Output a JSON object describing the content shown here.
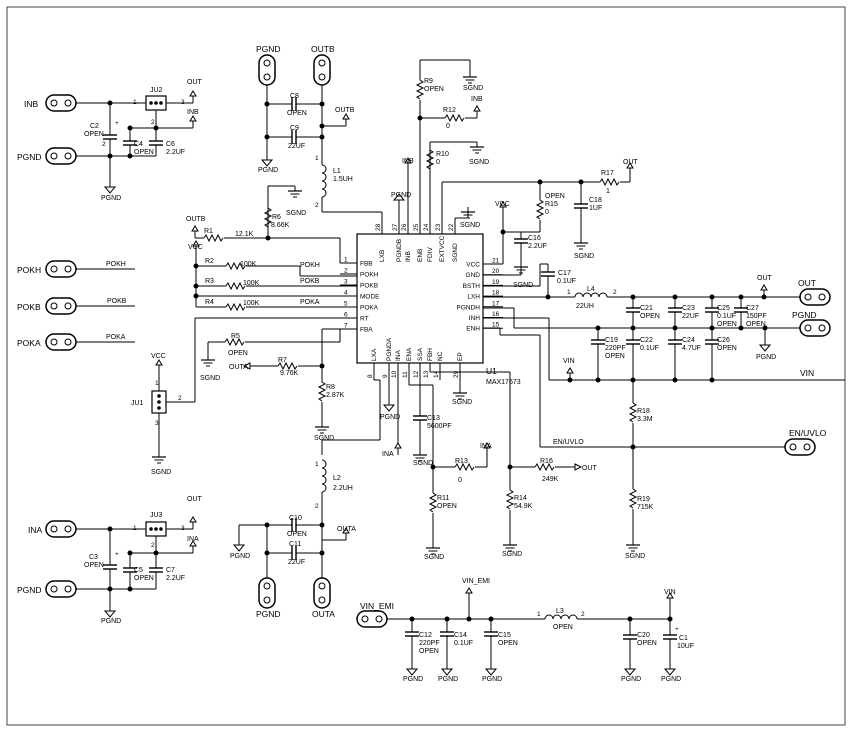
{
  "connectors": {
    "inb": "INB",
    "pgnd_top": "PGND",
    "pokh": "POKH",
    "pokb": "POKB",
    "poka": "POKA",
    "ina": "INA",
    "pgnd_bottom": "PGND",
    "pgnd_jb": "PGND",
    "outb_jb": "OUTB",
    "pgnd_ja": "PGND",
    "outa_ja": "OUTA",
    "out": "OUT",
    "pgnd_right": "PGND",
    "vin": "VIN",
    "en_uvlo": "EN/UVLO",
    "vin_emi": "VIN_EMI"
  },
  "ic": {
    "ref": "U1",
    "part": "MAX17673",
    "left_pins": [
      {
        "num": "1",
        "name": "FBB"
      },
      {
        "num": "2",
        "name": "POKH"
      },
      {
        "num": "3",
        "name": "POKB"
      },
      {
        "num": "4",
        "name": "MODE"
      },
      {
        "num": "5",
        "name": "POKA"
      },
      {
        "num": "6",
        "name": "RT"
      },
      {
        "num": "7",
        "name": "FBA"
      }
    ],
    "right_pins": [
      {
        "num": "21",
        "name": "VCC"
      },
      {
        "num": "20",
        "name": "GND"
      },
      {
        "num": "19",
        "name": "BSTH"
      },
      {
        "num": "18",
        "name": "LXH"
      },
      {
        "num": "17",
        "name": "PGNDH"
      },
      {
        "num": "16",
        "name": "INH"
      },
      {
        "num": "15",
        "name": "ENH"
      }
    ],
    "top_pins": [
      {
        "num": "28",
        "name": "LXB"
      },
      {
        "num": "27",
        "name": "PGNDB"
      },
      {
        "num": "26",
        "name": "INB"
      },
      {
        "num": "25",
        "name": "ENB"
      },
      {
        "num": "24",
        "name": "FDIV"
      },
      {
        "num": "23",
        "name": "EXTVCC"
      },
      {
        "num": "22",
        "name": "SGND"
      }
    ],
    "bottom_pins": [
      {
        "num": "8",
        "name": "LXA"
      },
      {
        "num": "9",
        "name": "PGNDA"
      },
      {
        "num": "10",
        "name": "INA"
      },
      {
        "num": "11",
        "name": "ENA"
      },
      {
        "num": "12",
        "name": "SSA"
      },
      {
        "num": "13",
        "name": "FBH"
      },
      {
        "num": "14",
        "name": "NC"
      },
      {
        "num": "29",
        "name": "EP"
      }
    ]
  },
  "components": {
    "ju2": "JU2",
    "ju1": "JU1",
    "ju3": "JU3",
    "c2": "C2",
    "c2v": "OPEN",
    "c4": "C4",
    "c4v": "OPEN",
    "c6": "C6",
    "c6v": "2.2UF",
    "c3": "C3",
    "c3v": "OPEN",
    "c5": "C5",
    "c5v": "OPEN",
    "c7": "C7",
    "c7v": "2.2UF",
    "c8": "C8",
    "c8v": "OPEN",
    "c9": "C9",
    "c9v": "22UF",
    "c10": "C10",
    "c10v": "OPEN",
    "c11": "C11",
    "c11v": "22UF",
    "l1": "L1",
    "l1v": "1.5UH",
    "l2": "L2",
    "l2v": "2.2UH",
    "l3": "L3",
    "l3v": "OPEN",
    "l4": "L4",
    "l4v": "22UH",
    "r1": "R1",
    "r1v": "12.1K",
    "r2": "R2",
    "r2v": "100K",
    "r3": "R3",
    "r3v": "100K",
    "r4": "R4",
    "r4v": "100K",
    "r5": "R5",
    "r5v": "OPEN",
    "r6": "R6",
    "r6v": "8.66K",
    "r7": "R7",
    "r7v": "9.76K",
    "r8": "R8",
    "r8v": "2.87K",
    "r9": "R9",
    "r9v": "OPEN",
    "r10": "R10",
    "r10v": "0",
    "r11": "R11",
    "r11v": "OPEN",
    "r12": "R12",
    "r12v": "0",
    "r13": "R13",
    "r13v": "0",
    "r14": "R14",
    "r14v": "54.9K",
    "r15": "R15",
    "r15v": "0",
    "r15o": "OPEN",
    "r16": "R16",
    "r16v": "249K",
    "r17": "R17",
    "r17v": "1",
    "r18": "R18",
    "r18v": "3.3M",
    "r19": "R19",
    "r19v": "715K",
    "c13": "C13",
    "c13v": "5600PF",
    "c16": "C16",
    "c16v": "2.2UF",
    "c17": "C17",
    "c17v": "0.1UF",
    "c18": "C18",
    "c18v": "1UF",
    "c19": "C19",
    "c19v1": "220PF",
    "c19v2": "OPEN",
    "c21": "C21",
    "c21v": "OPEN",
    "c22": "C22",
    "c22v": "0.1UF",
    "c23": "C23",
    "c23v": "22UF",
    "c24": "C24",
    "c24v": "4.7UF",
    "c25": "C25",
    "c25v1": "0.1UF",
    "c25v2": "OPEN",
    "c26": "C26",
    "c26v": "OPEN",
    "c27": "C27",
    "c27v1": "150PF",
    "c27v2": "OPEN",
    "c12": "C12",
    "c12v1": "220PF",
    "c12v2": "OPEN",
    "c14": "C14",
    "c14v": "0.1UF",
    "c15": "C15",
    "c15v": "OPEN",
    "c20": "C20",
    "c20v": "OPEN",
    "c1": "C1",
    "c1v": "10UF"
  },
  "nets": {
    "pgnd": "PGND",
    "sgnd": "SGND",
    "out": "OUT",
    "outb": "OUTB",
    "outa": "OUTA",
    "inb": "INB",
    "ina": "INA",
    "vcc": "VCC",
    "vin": "VIN",
    "vin_emi": "VIN_EMI",
    "en_uvlo": "EN/UVLO",
    "pokh": "POKH",
    "pokb": "POKB",
    "poka": "POKA"
  }
}
